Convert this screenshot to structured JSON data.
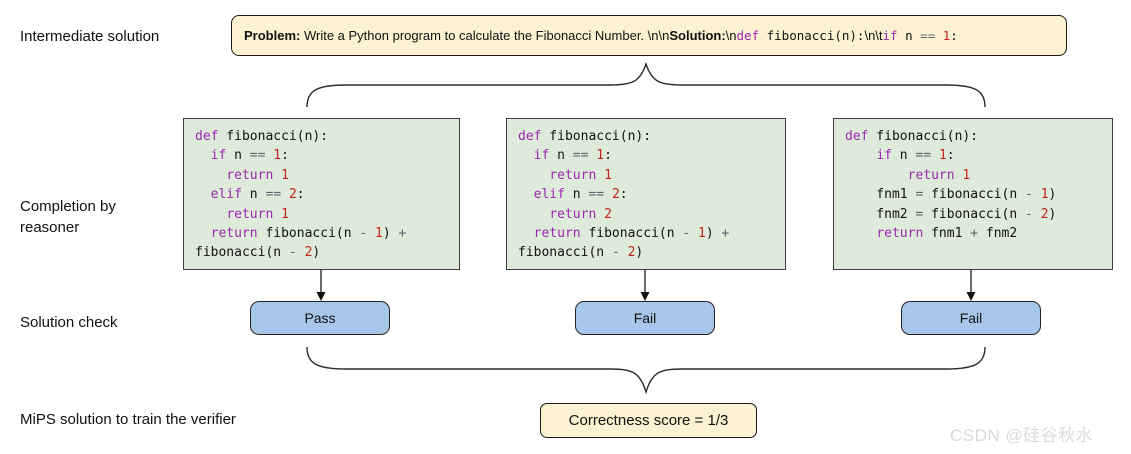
{
  "labels": {
    "intermediate": "Intermediate solution",
    "completion": "Completion by reasoner",
    "check": "Solution check",
    "mips": "MiPS solution to train the verifier"
  },
  "problem_box": {
    "rich": [
      {
        "c": "b",
        "t": "Problem:"
      },
      {
        "c": "p",
        "t": " Write a Python program to calculate the Fibonacci Number. \\n\\n"
      },
      {
        "c": "b",
        "t": "Solution:"
      },
      {
        "c": "p",
        "t": "\\n"
      },
      {
        "c": "kw",
        "t": "def"
      },
      {
        "c": "code",
        "t": " fibonacci(n):"
      },
      {
        "c": "p",
        "t": "\\n\\t"
      },
      {
        "c": "kw",
        "t": "if"
      },
      {
        "c": "code",
        "t": " n "
      },
      {
        "c": "op",
        "t": "=="
      },
      {
        "c": "code",
        "t": " "
      },
      {
        "c": "num",
        "t": "1"
      },
      {
        "c": "code",
        "t": ":"
      }
    ]
  },
  "code_boxes": [
    {
      "lines": [
        [
          {
            "c": "kw",
            "t": "def"
          },
          {
            "c": "code",
            "t": " fibonacci(n):"
          }
        ],
        [
          {
            "c": "code",
            "t": "  "
          },
          {
            "c": "kw",
            "t": "if"
          },
          {
            "c": "code",
            "t": " n "
          },
          {
            "c": "op",
            "t": "=="
          },
          {
            "c": "code",
            "t": " "
          },
          {
            "c": "num",
            "t": "1"
          },
          {
            "c": "code",
            "t": ":"
          }
        ],
        [
          {
            "c": "code",
            "t": "    "
          },
          {
            "c": "kw",
            "t": "return"
          },
          {
            "c": "code",
            "t": " "
          },
          {
            "c": "num",
            "t": "1"
          }
        ],
        [
          {
            "c": "code",
            "t": "  "
          },
          {
            "c": "kw",
            "t": "elif"
          },
          {
            "c": "code",
            "t": " n "
          },
          {
            "c": "op",
            "t": "=="
          },
          {
            "c": "code",
            "t": " "
          },
          {
            "c": "num",
            "t": "2"
          },
          {
            "c": "code",
            "t": ":"
          }
        ],
        [
          {
            "c": "code",
            "t": "    "
          },
          {
            "c": "kw",
            "t": "return"
          },
          {
            "c": "code",
            "t": " "
          },
          {
            "c": "num",
            "t": "1"
          }
        ],
        [
          {
            "c": "code",
            "t": "  "
          },
          {
            "c": "kw",
            "t": "return"
          },
          {
            "c": "code",
            "t": " fibonacci(n "
          },
          {
            "c": "op",
            "t": "-"
          },
          {
            "c": "code",
            "t": " "
          },
          {
            "c": "num",
            "t": "1"
          },
          {
            "c": "code",
            "t": ") "
          },
          {
            "c": "op",
            "t": "+"
          }
        ],
        [
          {
            "c": "code",
            "t": "fibonacci(n "
          },
          {
            "c": "op",
            "t": "-"
          },
          {
            "c": "code",
            "t": " "
          },
          {
            "c": "num",
            "t": "2"
          },
          {
            "c": "code",
            "t": ")"
          }
        ]
      ]
    },
    {
      "lines": [
        [
          {
            "c": "kw",
            "t": "def"
          },
          {
            "c": "code",
            "t": " fibonacci(n):"
          }
        ],
        [
          {
            "c": "code",
            "t": "  "
          },
          {
            "c": "kw",
            "t": "if"
          },
          {
            "c": "code",
            "t": " n "
          },
          {
            "c": "op",
            "t": "=="
          },
          {
            "c": "code",
            "t": " "
          },
          {
            "c": "num",
            "t": "1"
          },
          {
            "c": "code",
            "t": ":"
          }
        ],
        [
          {
            "c": "code",
            "t": "    "
          },
          {
            "c": "kw",
            "t": "return"
          },
          {
            "c": "code",
            "t": " "
          },
          {
            "c": "num",
            "t": "1"
          }
        ],
        [
          {
            "c": "code",
            "t": "  "
          },
          {
            "c": "kw",
            "t": "elif"
          },
          {
            "c": "code",
            "t": " n "
          },
          {
            "c": "op",
            "t": "=="
          },
          {
            "c": "code",
            "t": " "
          },
          {
            "c": "num",
            "t": "2"
          },
          {
            "c": "code",
            "t": ":"
          }
        ],
        [
          {
            "c": "code",
            "t": "    "
          },
          {
            "c": "kw",
            "t": "return"
          },
          {
            "c": "code",
            "t": " "
          },
          {
            "c": "num",
            "t": "2"
          }
        ],
        [
          {
            "c": "code",
            "t": "  "
          },
          {
            "c": "kw",
            "t": "return"
          },
          {
            "c": "code",
            "t": " fibonacci(n "
          },
          {
            "c": "op",
            "t": "-"
          },
          {
            "c": "code",
            "t": " "
          },
          {
            "c": "num",
            "t": "1"
          },
          {
            "c": "code",
            "t": ") "
          },
          {
            "c": "op",
            "t": "+"
          }
        ],
        [
          {
            "c": "code",
            "t": "fibonacci(n "
          },
          {
            "c": "op",
            "t": "-"
          },
          {
            "c": "code",
            "t": " "
          },
          {
            "c": "num",
            "t": "2"
          },
          {
            "c": "code",
            "t": ")"
          }
        ]
      ]
    },
    {
      "lines": [
        [
          {
            "c": "kw",
            "t": "def"
          },
          {
            "c": "code",
            "t": " fibonacci(n):"
          }
        ],
        [
          {
            "c": "code",
            "t": "    "
          },
          {
            "c": "kw",
            "t": "if"
          },
          {
            "c": "code",
            "t": " n "
          },
          {
            "c": "op",
            "t": "=="
          },
          {
            "c": "code",
            "t": " "
          },
          {
            "c": "num",
            "t": "1"
          },
          {
            "c": "code",
            "t": ":"
          }
        ],
        [
          {
            "c": "code",
            "t": "        "
          },
          {
            "c": "kw",
            "t": "return"
          },
          {
            "c": "code",
            "t": " "
          },
          {
            "c": "num",
            "t": "1"
          }
        ],
        [
          {
            "c": "code",
            "t": "    fnm1 "
          },
          {
            "c": "op",
            "t": "="
          },
          {
            "c": "code",
            "t": " fibonacci(n "
          },
          {
            "c": "op",
            "t": "-"
          },
          {
            "c": "code",
            "t": " "
          },
          {
            "c": "num",
            "t": "1"
          },
          {
            "c": "code",
            "t": ")"
          }
        ],
        [
          {
            "c": "code",
            "t": "    fnm2 "
          },
          {
            "c": "op",
            "t": "="
          },
          {
            "c": "code",
            "t": " fibonacci(n "
          },
          {
            "c": "op",
            "t": "-"
          },
          {
            "c": "code",
            "t": " "
          },
          {
            "c": "num",
            "t": "2"
          },
          {
            "c": "code",
            "t": ")"
          }
        ],
        [
          {
            "c": "code",
            "t": "    "
          },
          {
            "c": "kw",
            "t": "return"
          },
          {
            "c": "code",
            "t": " fnm1 "
          },
          {
            "c": "op",
            "t": "+"
          },
          {
            "c": "code",
            "t": " fnm2"
          }
        ]
      ]
    }
  ],
  "checks": [
    "Pass",
    "Fail",
    "Fail"
  ],
  "score_box": {
    "label": "Correctness score = 1/3"
  },
  "watermark": "CSDN @硅谷秋水",
  "colors": {
    "problem_fill": "#FCF1D0",
    "code_fill": "#DEEBDA",
    "check_fill": "#A6C7E9",
    "keyword": "#9C27B0",
    "number": "#C5221F",
    "operator": "#5f6368",
    "watermark": "#DADADA"
  }
}
